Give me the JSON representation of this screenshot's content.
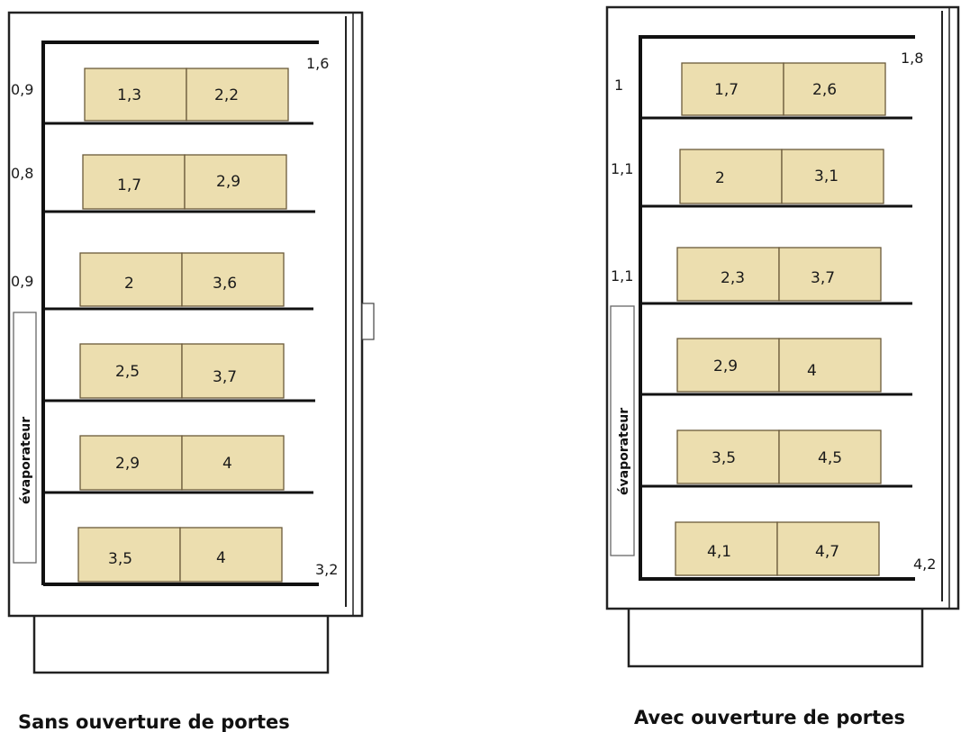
{
  "diagrams": [
    {
      "caption": "Sans ouverture de portes",
      "evaporator_label": "évaporateur",
      "top_right": "1,6",
      "bottom_right": "3,2",
      "shelves": [
        {
          "left": "0,9",
          "boxes": [
            "1,3",
            "2,2"
          ]
        },
        {
          "left": "0,8",
          "boxes": [
            "1,7",
            "2,9"
          ]
        },
        {
          "left": "0,9",
          "boxes": [
            "2",
            "3,6"
          ]
        },
        {
          "left": "",
          "boxes": [
            "2,5",
            "3,7"
          ]
        },
        {
          "left": "",
          "boxes": [
            "2,9",
            "4"
          ]
        },
        {
          "left": "",
          "boxes": [
            "3,5",
            "4"
          ]
        }
      ]
    },
    {
      "caption": "Avec ouverture de portes",
      "evaporator_label": "évaporateur",
      "top_right": "1,8",
      "bottom_right": "4,2",
      "shelves": [
        {
          "left": "1",
          "boxes": [
            "1,7",
            "2,6"
          ]
        },
        {
          "left": "1,1",
          "boxes": [
            "2",
            "3,1"
          ]
        },
        {
          "left": "1,1",
          "boxes": [
            "2,3",
            "3,7"
          ]
        },
        {
          "left": "",
          "boxes": [
            "2,9",
            "4"
          ]
        },
        {
          "left": "",
          "boxes": [
            "3,5",
            "4,5"
          ]
        },
        {
          "left": "",
          "boxes": [
            "4,1",
            "4,7"
          ]
        }
      ]
    }
  ],
  "colors": {
    "box_fill": "#ecdeaf",
    "box_stroke": "#6b5a3a",
    "line": "#111111"
  }
}
